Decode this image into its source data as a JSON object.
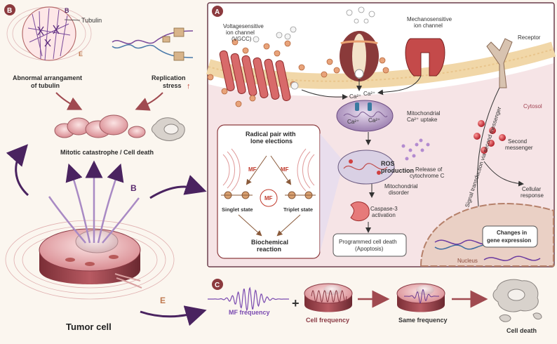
{
  "panels": {
    "a_badge": "A",
    "b_badge": "B",
    "c_badge": "C"
  },
  "panel_b": {
    "tubulin_label": "Tubulin",
    "b_marker": "B",
    "e_marker": "E",
    "abnormal_tubulin_line1": "Abnormal arrangament",
    "abnormal_tubulin_line2": "of tubulin",
    "replication_line1": "Replication",
    "replication_line2": "stress",
    "replication_arrow": "↑",
    "mitotic_label": "Mitotic catastrophe / Cell death"
  },
  "tumor": {
    "label": "Tumor cell",
    "b_field": "B",
    "e_field": "E"
  },
  "panel_a": {
    "vgcc_line1": "Voltagesensitive",
    "vgcc_line2": "ion channel",
    "vgcc_line3": "(VGCC)",
    "mechano_line1": "Mechanosensitive",
    "mechano_line2": "ion channel",
    "receptor": "Receptor",
    "cytosol": "Cytosol",
    "ca1": "Ca²⁺",
    "ca2": "Ca²⁺",
    "ca3": "Ca²⁺",
    "ca4": "Ca²⁺",
    "mito_uptake_line1": "Mitochondrial",
    "mito_uptake_line2": "Ca²⁺ uptake",
    "radical_line1": "Radical pair with",
    "radical_line2": "lone elections",
    "mf_left": "MF",
    "mf_right": "MF",
    "mf_center": "MF",
    "singlet": "Singlet state",
    "triplet": "Triplet state",
    "biochem_line1": "Biochemical",
    "biochem_line2": "reaction",
    "ros_line1": "ROS",
    "ros_line2": "production",
    "cytc_line1": "Release of",
    "cytc_line2": "cytochrome C",
    "mito_disorder_line1": "Mitochondrial",
    "mito_disorder_line2": "disorder",
    "caspase_line1": "Caspase-3",
    "caspase_line2": "activation",
    "apoptosis_line1": "Programmed cell death",
    "apoptosis_line2": "(Apoptosis)",
    "second_messenger_line1": "Second",
    "second_messenger_line2": "messenger",
    "signal_transduction": "Signal transduction via second messenger",
    "cellular_response_line1": "Cellular",
    "cellular_response_line2": "response",
    "gene_expr_line1": "Changes in",
    "gene_expr_line2": "gene expression",
    "nucleus": "Nucleus"
  },
  "panel_c": {
    "mf_frequency": "MF frequency",
    "plus": "+",
    "cell_frequency": "Cell frequency",
    "same_frequency": "Same frequency",
    "cell_death": "Cell death"
  },
  "colors": {
    "purple": "#5a2a6e",
    "maroon": "#8c3a3e",
    "pink_bg": "#f6e4e6",
    "panel_a_border": "#6b3b4a",
    "mf_red": "#c0392b"
  }
}
